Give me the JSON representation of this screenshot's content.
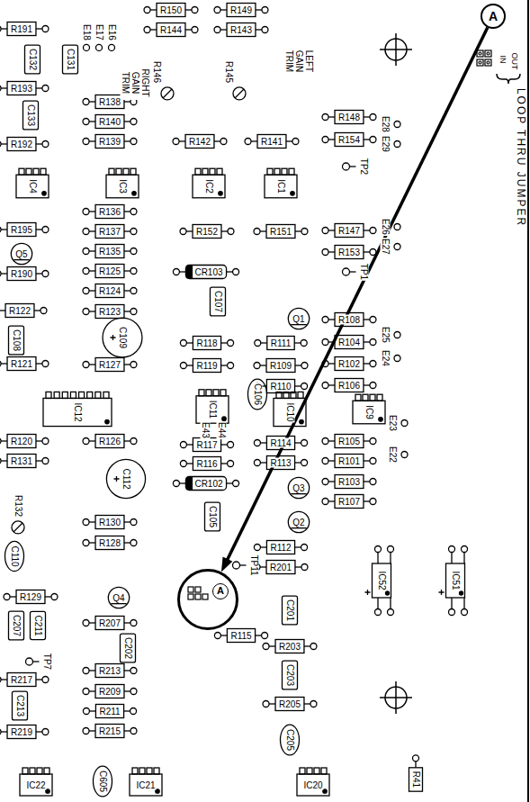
{
  "diagram": {
    "nodes": [
      {
        "text": [
          "A"
        ]
      },
      {
        "text": [
          "A"
        ]
      }
    ],
    "edges": [
      {
        "from": 0,
        "to": 1,
        "arrow": "to"
      }
    ],
    "labels": [
      "R191",
      "C132",
      "C131",
      "E18",
      "E17",
      "E16",
      "RIGHT GAIN TRIM",
      "R150",
      "R149",
      "R144",
      "R143",
      "R146",
      "R145",
      "LEFT GAIN TRIM",
      "IN",
      "OUT",
      "LOOP THRU JUMPER",
      "R193",
      "C133",
      "R138",
      "R140",
      "R148",
      "E28",
      "E29",
      "R139",
      "R142",
      "R141",
      "R154",
      "R192",
      "IC4",
      "IC3",
      "IC2",
      "IC1",
      "TP2",
      "R136",
      "R195",
      "R137",
      "R152",
      "R151",
      "R147",
      "E26",
      "E27",
      "R153",
      "Q5",
      "R135",
      "R190",
      "R125",
      "CR103",
      "TP1",
      "R124",
      "C107",
      "R122",
      "R123",
      "Q1",
      "R108",
      "R118",
      "R111",
      "C108",
      "C109",
      "R104",
      "E25",
      "R119",
      "R109",
      "E24",
      "R121",
      "R127",
      "R110",
      "R102",
      "C106",
      "R106",
      "IC12",
      "IC11",
      "IC10",
      "IC9",
      "E23",
      "E43",
      "E44",
      "R120",
      "R126",
      "R117",
      "R114",
      "R105",
      "E22",
      "R131",
      "R116",
      "R113",
      "R101",
      "C112",
      "CR102",
      "Q3",
      "R103",
      "R132",
      "R107",
      "C105",
      "Q2",
      "R130",
      "R128",
      "R112",
      "C110",
      "TP11",
      "R201",
      "IC52",
      "IC51",
      "R129",
      "Q4",
      "C201",
      "C207",
      "C211",
      "R207",
      "R115",
      "C202",
      "R203",
      "TP7",
      "R213",
      "C203",
      "R217",
      "R209",
      "C213",
      "R205",
      "R211",
      "R219",
      "R215",
      "C205",
      "IC22",
      "C605",
      "IC21",
      "IC20",
      "R41"
    ]
  }
}
